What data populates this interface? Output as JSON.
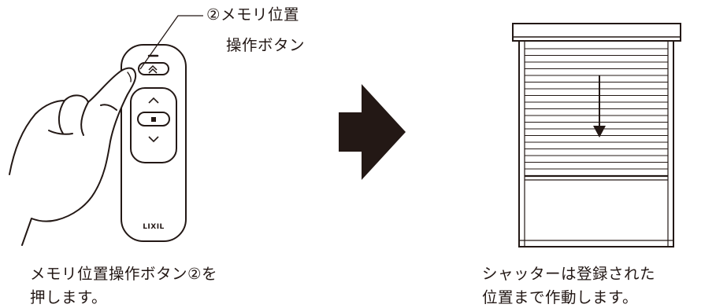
{
  "callout": {
    "line1": "②メモリ位置",
    "line2": "操作ボタン"
  },
  "remote": {
    "logo": "LIXIL"
  },
  "caption_left": {
    "line1": "メモリ位置操作ボタン②を",
    "line2": "押します。"
  },
  "caption_right": {
    "line1": "シャッターは登録された",
    "line2": "位置まで作動します。"
  },
  "colors": {
    "ink": "#231815",
    "background": "#ffffff"
  },
  "icons": {
    "step_arrow": "arrow-right-icon",
    "shutter_direction": "arrow-down-icon"
  }
}
